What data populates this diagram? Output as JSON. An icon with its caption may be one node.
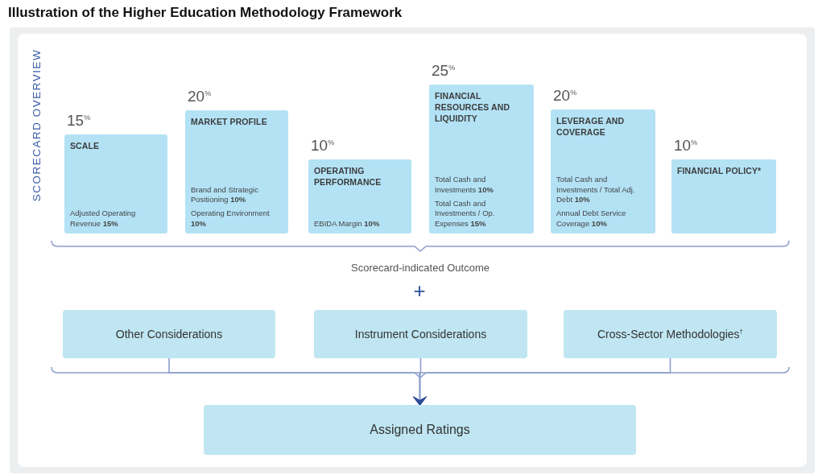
{
  "diagram": {
    "title": "Illustration of the Higher Education Methodology Framework",
    "nodes": [
      {
        "text": [
          "SCALE",
          "Adjusted Operating Revenue **15%**"
        ],
        "beside": [
          "15$^{%}$"
        ]
      },
      {
        "text": [
          "MARKET PROFILE",
          "Brand and Strategic Positioning **10%**",
          "Operating Environment **10%**"
        ],
        "beside": [
          "20$^{%}$"
        ]
      },
      {
        "text": [
          "OPERATING PERFORMANCE",
          "EBIDA Margin **10%**"
        ],
        "beside": [
          "10$^{%}$"
        ]
      },
      {
        "text": [
          "FINANCIAL RESOURCES AND LIQUIDITY",
          "Total Cash and Investments **10%**",
          "Total Cash and Investments / Op. Expenses **15%**"
        ],
        "beside": [
          "25$^{%}$"
        ]
      },
      {
        "text": [
          "LEVERAGE AND COVERAGE",
          "Total Cash and Investments / Total Adj. Debt **10%**",
          "Annual Debt Service Coverage **10%**"
        ],
        "beside": [
          "20$^{%}$"
        ]
      },
      {
        "text": [
          "FINANCIAL POLICY*"
        ],
        "beside": [
          "10$^{%}$"
        ]
      },
      {
        "text": [
          "Other Considerations"
        ]
      },
      {
        "text": [
          "Instrument Considerations"
        ]
      },
      {
        "text": [
          "Cross-Sector Methodologies$^{†}$"
        ]
      },
      {
        "text": [
          "Assigned Ratings"
        ]
      }
    ],
    "edges": [
      {
        "from": 6,
        "to": 9,
        "arrow": "to"
      },
      {
        "from": 7,
        "to": 9,
        "arrow": "to"
      },
      {
        "from": 8,
        "to": 9,
        "arrow": "to"
      }
    ],
    "labels": [
      "SCORECARD OVERVIEW",
      "Scorecard-indicated Outcome",
      "+"
    ]
  }
}
